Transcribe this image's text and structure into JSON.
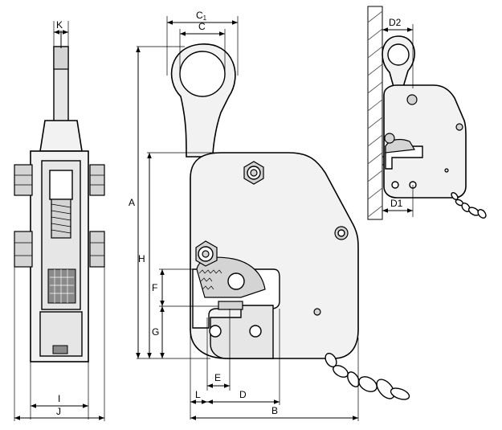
{
  "labels": {
    "K": "K",
    "C1_main": "C",
    "C1_sub": "1",
    "C": "C",
    "A": "A",
    "H": "H",
    "F": "F",
    "G": "G",
    "E": "E",
    "L": "L",
    "D": "D",
    "B": "B",
    "I": "I",
    "J": "J",
    "D2": "D2",
    "D1": "D1"
  }
}
